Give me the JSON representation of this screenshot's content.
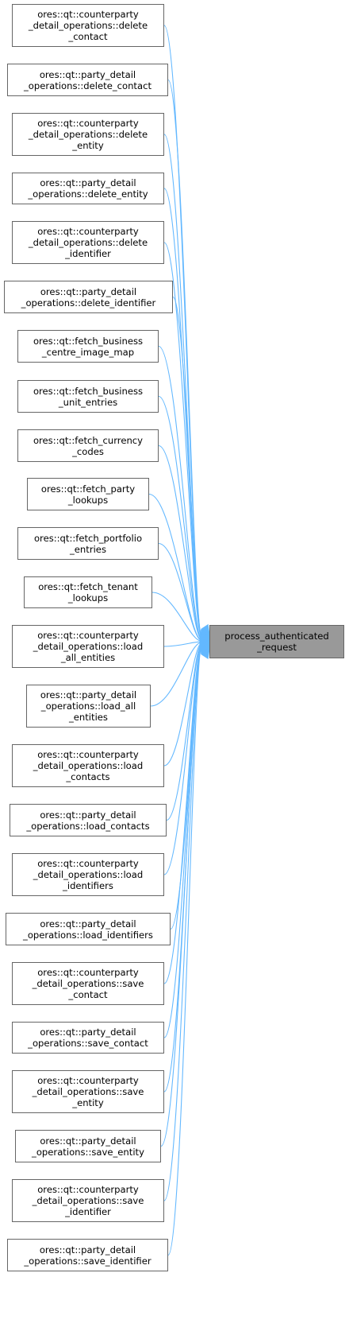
{
  "diagram": {
    "colors": {
      "edge": "#63b8ff",
      "node_border": "#666666",
      "target_fill": "#999999",
      "node_fill": "#ffffff"
    },
    "target": {
      "label": "process_authenticated\n_request"
    },
    "callers": [
      {
        "label": "ores::qt::counterparty\n_detail_operations::delete\n_contact"
      },
      {
        "label": "ores::qt::party_detail\n_operations::delete_contact"
      },
      {
        "label": "ores::qt::counterparty\n_detail_operations::delete\n_entity"
      },
      {
        "label": "ores::qt::party_detail\n_operations::delete_entity"
      },
      {
        "label": "ores::qt::counterparty\n_detail_operations::delete\n_identifier"
      },
      {
        "label": "ores::qt::party_detail\n_operations::delete_identifier"
      },
      {
        "label": "ores::qt::fetch_business\n_centre_image_map"
      },
      {
        "label": "ores::qt::fetch_business\n_unit_entries"
      },
      {
        "label": "ores::qt::fetch_currency\n_codes"
      },
      {
        "label": "ores::qt::fetch_party\n_lookups"
      },
      {
        "label": "ores::qt::fetch_portfolio\n_entries"
      },
      {
        "label": "ores::qt::fetch_tenant\n_lookups"
      },
      {
        "label": "ores::qt::counterparty\n_detail_operations::load\n_all_entities"
      },
      {
        "label": "ores::qt::party_detail\n_operations::load_all\n_entities"
      },
      {
        "label": "ores::qt::counterparty\n_detail_operations::load\n_contacts"
      },
      {
        "label": "ores::qt::party_detail\n_operations::load_contacts"
      },
      {
        "label": "ores::qt::counterparty\n_detail_operations::load\n_identifiers"
      },
      {
        "label": "ores::qt::party_detail\n_operations::load_identifiers"
      },
      {
        "label": "ores::qt::counterparty\n_detail_operations::save\n_contact"
      },
      {
        "label": "ores::qt::party_detail\n_operations::save_contact"
      },
      {
        "label": "ores::qt::counterparty\n_detail_operations::save\n_entity"
      },
      {
        "label": "ores::qt::party_detail\n_operations::save_entity"
      },
      {
        "label": "ores::qt::counterparty\n_detail_operations::save\n_identifier"
      },
      {
        "label": "ores::qt::party_detail\n_operations::save_identifier"
      }
    ]
  }
}
